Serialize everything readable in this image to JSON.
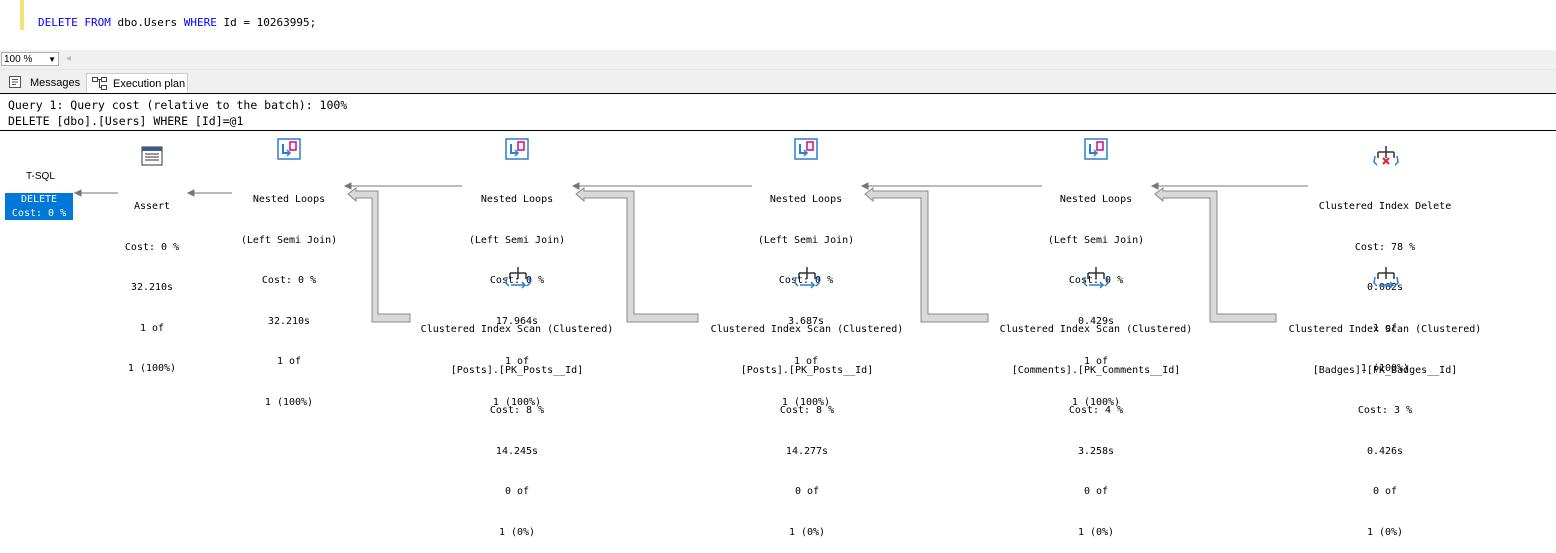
{
  "editor": {
    "keyword_delete": "DELETE",
    "keyword_from": "FROM",
    "table": "dbo.Users",
    "keyword_where": "WHERE",
    "condition": "Id = 10263995;"
  },
  "zoom": {
    "value": "100 %"
  },
  "tabs": [
    {
      "label": "Messages",
      "icon": "messages-icon"
    },
    {
      "label": "Execution plan",
      "icon": "execution-plan-icon"
    }
  ],
  "query_header": {
    "line1": "Query 1: Query cost (relative to the batch): 100%",
    "line2": "DELETE [dbo].[Users] WHERE [Id]=@1"
  },
  "root": {
    "label": "T-SQL",
    "op": "DELETE",
    "cost": "Cost: 0 %"
  },
  "nodes": {
    "assert": {
      "name": "Assert",
      "cost": "Cost: 0 %",
      "time": "32.210s",
      "rows": "1 of",
      "pct": "1 (100%)"
    },
    "nl1": {
      "name": "Nested Loops",
      "sub": "(Left Semi Join)",
      "cost": "Cost: 0 %",
      "time": "32.210s",
      "rows": "1 of",
      "pct": "1 (100%)"
    },
    "nl2": {
      "name": "Nested Loops",
      "sub": "(Left Semi Join)",
      "cost": "Cost: 0 %",
      "time": "17.964s",
      "rows": "1 of",
      "pct": "1 (100%)"
    },
    "nl3": {
      "name": "Nested Loops",
      "sub": "(Left Semi Join)",
      "cost": "Cost: 0 %",
      "time": "3.687s",
      "rows": "1 of",
      "pct": "1 (100%)"
    },
    "nl4": {
      "name": "Nested Loops",
      "sub": "(Left Semi Join)",
      "cost": "Cost: 0 %",
      "time": "0.429s",
      "rows": "1 of",
      "pct": "1 (100%)"
    },
    "cid": {
      "name": "Clustered Index Delete",
      "cost": "Cost: 78 %",
      "time": "0.002s",
      "rows": "1 of",
      "pct": "1 (100%)"
    },
    "scan1": {
      "name": "Clustered Index Scan (Clustered)",
      "obj": "[Posts].[PK_Posts__Id]",
      "cost": "Cost: 8 %",
      "time": "14.245s",
      "rows": "0 of",
      "pct": "1 (0%)"
    },
    "scan2": {
      "name": "Clustered Index Scan (Clustered)",
      "obj": "[Posts].[PK_Posts__Id]",
      "cost": "Cost: 8 %",
      "time": "14.277s",
      "rows": "0 of",
      "pct": "1 (0%)"
    },
    "scan3": {
      "name": "Clustered Index Scan (Clustered)",
      "obj": "[Comments].[PK_Comments__Id]",
      "cost": "Cost: 4 %",
      "time": "3.258s",
      "rows": "0 of",
      "pct": "1 (0%)"
    },
    "scan4": {
      "name": "Clustered Index Scan (Clustered)",
      "obj": "[Badges].[PK_Badges__Id]",
      "cost": "Cost: 3 %",
      "time": "0.426s",
      "rows": "0 of",
      "pct": "1 (0%)"
    }
  },
  "icons": {
    "assert": "assert-icon",
    "nested_loops": "nested-loops-icon",
    "clustered_index_delete": "clustered-index-delete-icon",
    "clustered_index_scan": "clustered-index-scan-icon"
  },
  "colors": {
    "selected": "#0078d7",
    "keyword": "#0000ff",
    "arrow_fill": "#d9d9d9"
  }
}
